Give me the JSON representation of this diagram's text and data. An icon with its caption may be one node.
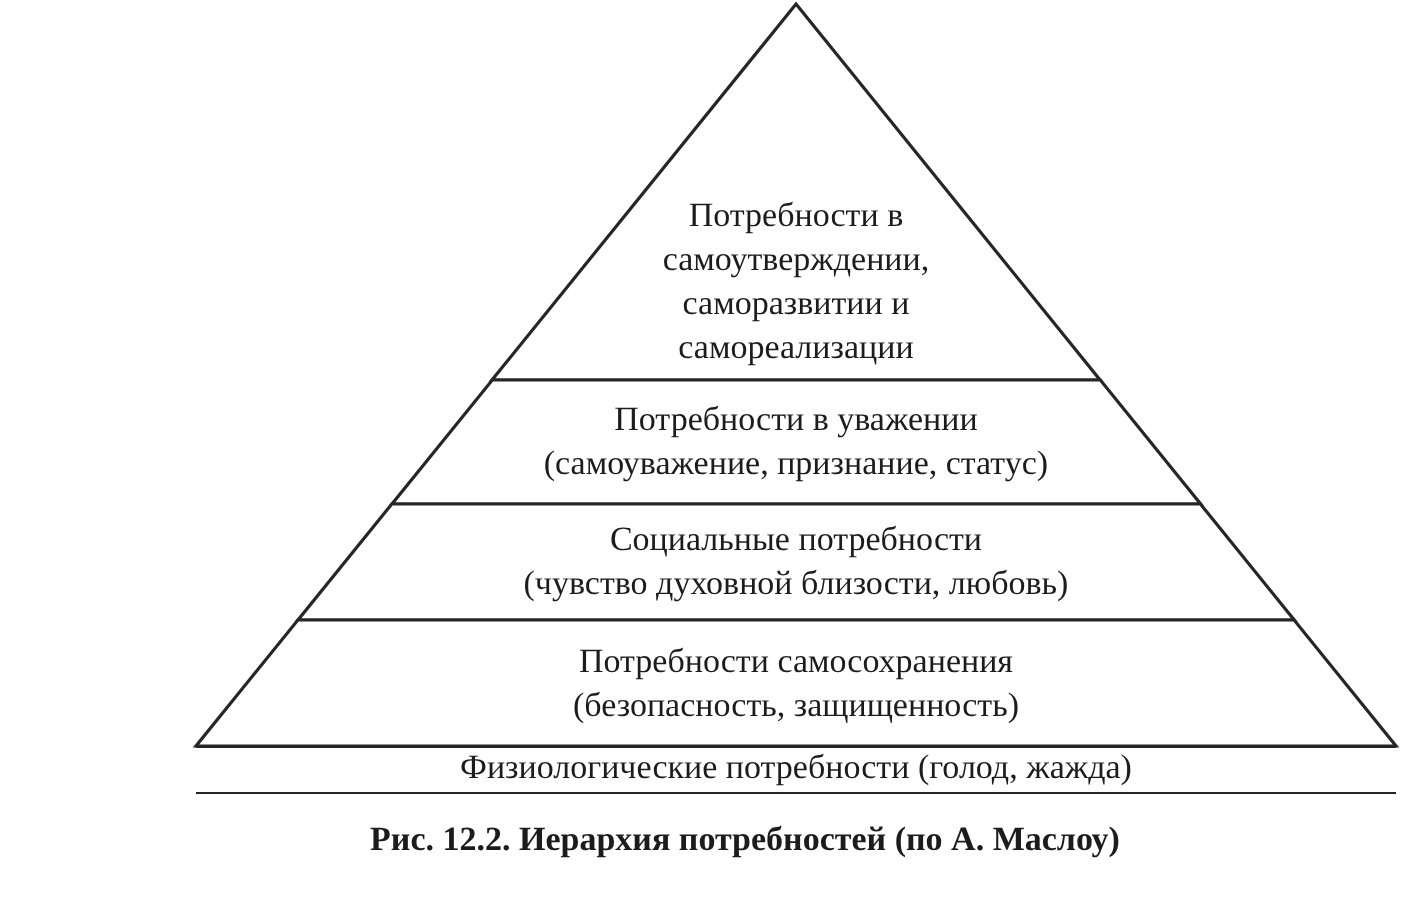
{
  "diagram": {
    "caption": "Рис. 12.2. Иерархия потребностей (по А. Маслоу)",
    "nodes": [
      {
        "text": [
          "Потребности в самоутверждении, саморазвитии и самореализации"
        ]
      },
      {
        "text": [
          "Потребности в уважении",
          "(самоуважение, признание, статус)"
        ]
      },
      {
        "text": [
          "Социальные потребности",
          "(чувство духовной близости, любовь)"
        ]
      },
      {
        "text": [
          "Потребности самосохранения",
          "(безопасность, защищенность)"
        ]
      },
      {
        "text": [
          "Физиологические потребности (голод, жажда)"
        ]
      }
    ]
  }
}
